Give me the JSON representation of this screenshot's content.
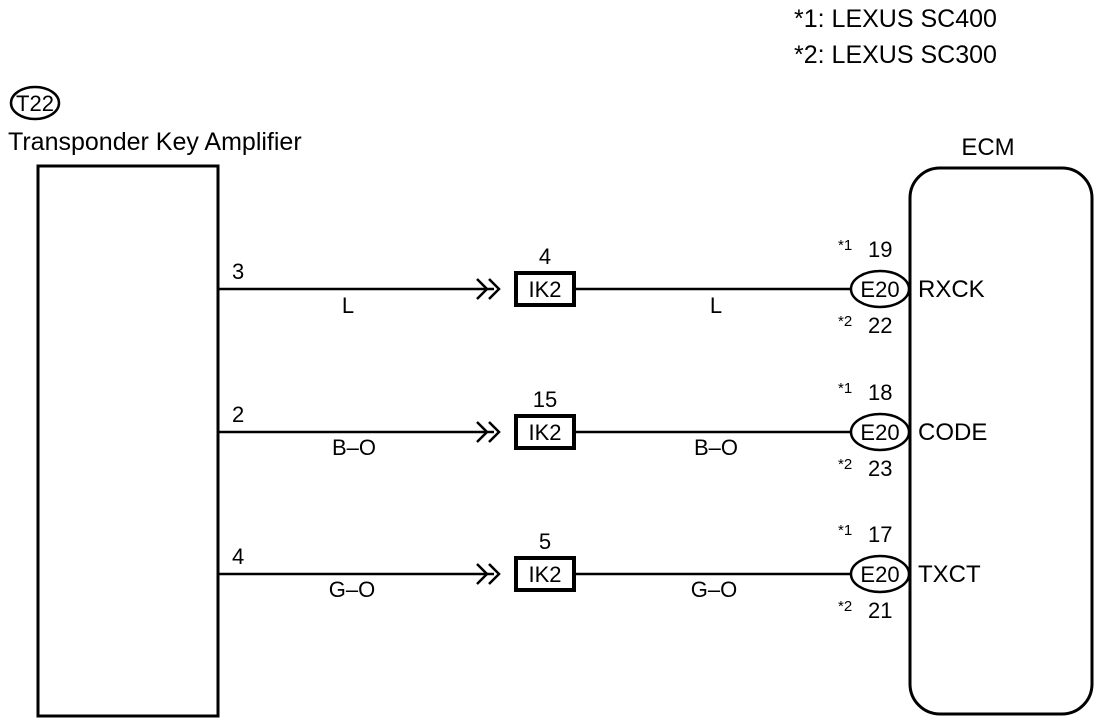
{
  "legend": [
    {
      "key": "*1",
      "label": "LEXUS SC400"
    },
    {
      "key": "*2",
      "label": "LEXUS SC300"
    }
  ],
  "amplifier": {
    "connector": "T22",
    "title": "Transponder Key Amplifier"
  },
  "ecm": {
    "title": "ECM",
    "connector": "E20"
  },
  "junction": {
    "connector": "IK2"
  },
  "circuits": [
    {
      "amp_pin": "3",
      "wire_color_left": "L",
      "junction_pin": "4",
      "wire_color_right": "L",
      "ecm_pin_sc400": "19",
      "ecm_pin_sc300": "22",
      "signal": "RXCK"
    },
    {
      "amp_pin": "2",
      "wire_color_left": "B–O",
      "junction_pin": "15",
      "wire_color_right": "B–O",
      "ecm_pin_sc400": "18",
      "ecm_pin_sc300": "23",
      "signal": "CODE"
    },
    {
      "amp_pin": "4",
      "wire_color_left": "G–O",
      "junction_pin": "5",
      "wire_color_right": "G–O",
      "ecm_pin_sc400": "17",
      "ecm_pin_sc300": "21",
      "signal": "TXCT"
    }
  ]
}
